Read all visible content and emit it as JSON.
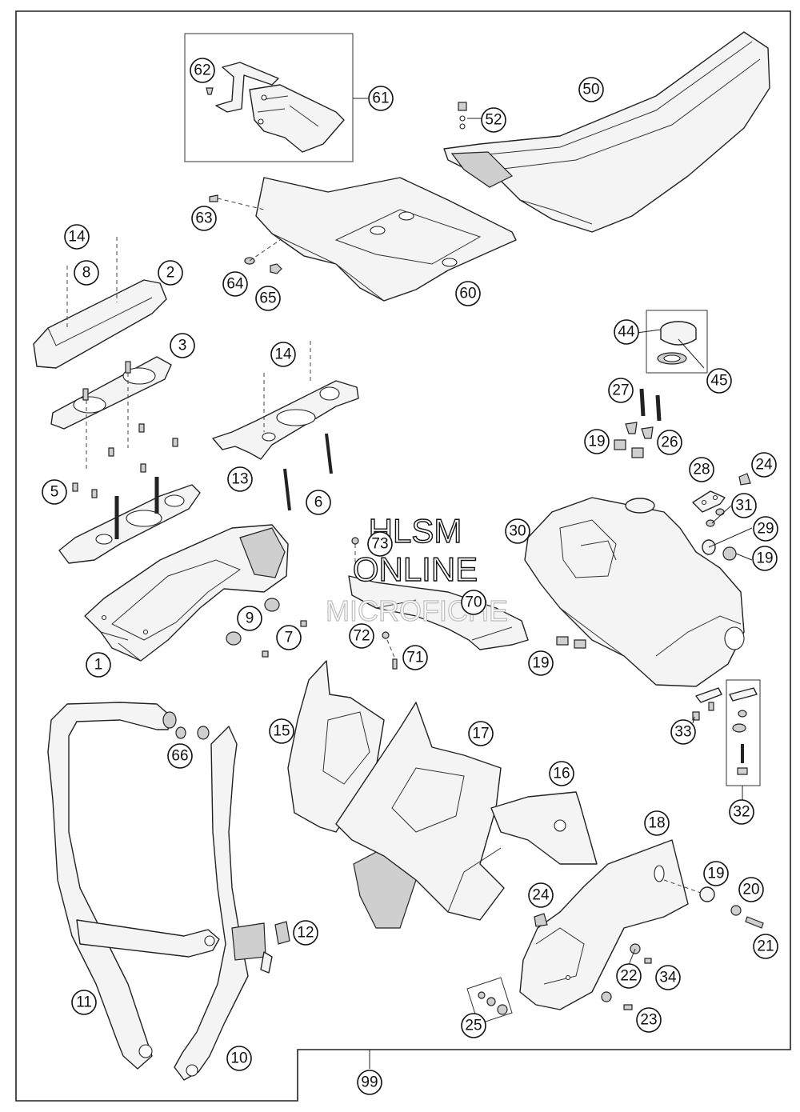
{
  "watermark": {
    "line1": "HLSM",
    "line2": "ONLINE",
    "line3": "MICROFICHE"
  },
  "callouts": [
    "62",
    "61",
    "50",
    "52",
    "63",
    "14",
    "8",
    "2",
    "64",
    "65",
    "60",
    "3",
    "14",
    "44",
    "45",
    "27",
    "13",
    "6",
    "19",
    "26",
    "5",
    "28",
    "24",
    "31",
    "30",
    "29",
    "19",
    "73",
    "9",
    "7",
    "70",
    "72",
    "71",
    "19",
    "1",
    "33",
    "66",
    "15",
    "17",
    "16",
    "32",
    "18",
    "19",
    "20",
    "24",
    "12",
    "21",
    "22",
    "34",
    "11",
    "10",
    "25",
    "23",
    "99"
  ]
}
